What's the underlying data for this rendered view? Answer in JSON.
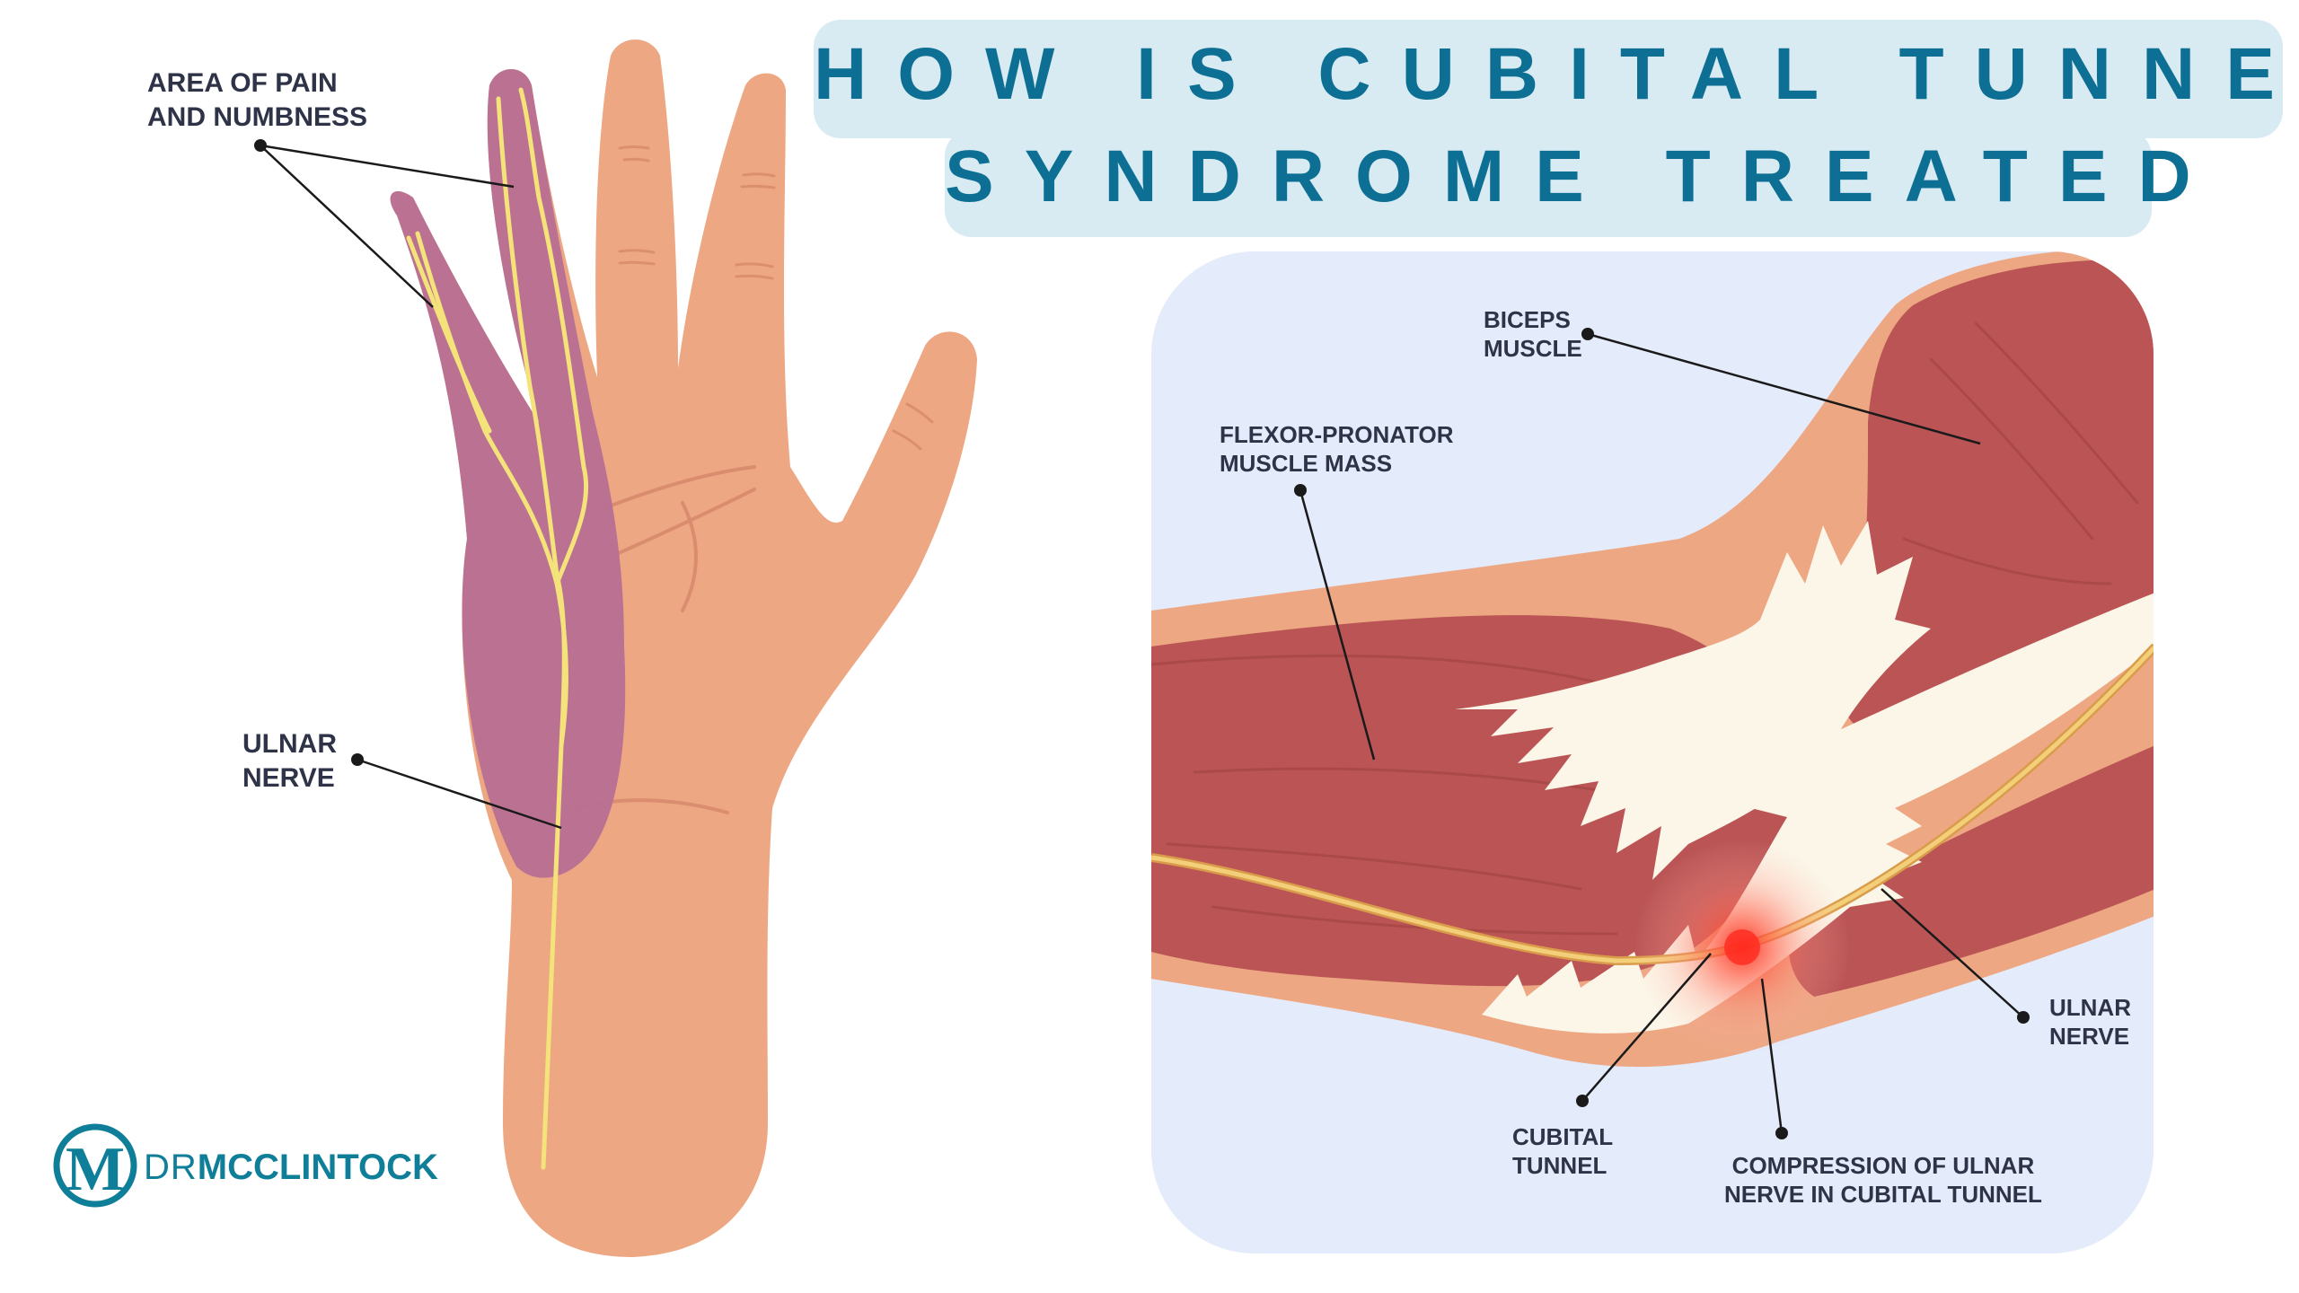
{
  "title": {
    "line1": "HOW IS CUBITAL TUNNEL",
    "line2": "SYNDROME TREATED"
  },
  "hand_labels": {
    "pain_area": "AREA OF PAIN\nAND NUMBNESS",
    "ulnar_nerve": "ULNAR\nNERVE"
  },
  "elbow_labels": {
    "biceps": "BICEPS\nMUSCLE",
    "flexor": "FLEXOR-PRONATOR\nMUSCLE  MASS",
    "ulnar_nerve": "ULNAR\nNERVE",
    "cubital_tunnel": "CUBITAL\nTUNNEL",
    "compression": "COMPRESSION OF ULNAR\nNERVE IN CUBITAL TUNNEL"
  },
  "logo": {
    "letter": "M",
    "prefix": "DR",
    "name": "MCCLINTOCK"
  },
  "colors": {
    "title_text": "#0e6f94",
    "title_bg": "#d8ebf2",
    "skin": "#eda783",
    "numb_area": "#b86f92",
    "nerve": "#f4e27a",
    "muscle": "#bb5555",
    "tendon": "#fbf6e8",
    "panel_bg": "#e4ebfb",
    "inflammation": "#ff3b2f",
    "logo": "#0f7e98"
  }
}
